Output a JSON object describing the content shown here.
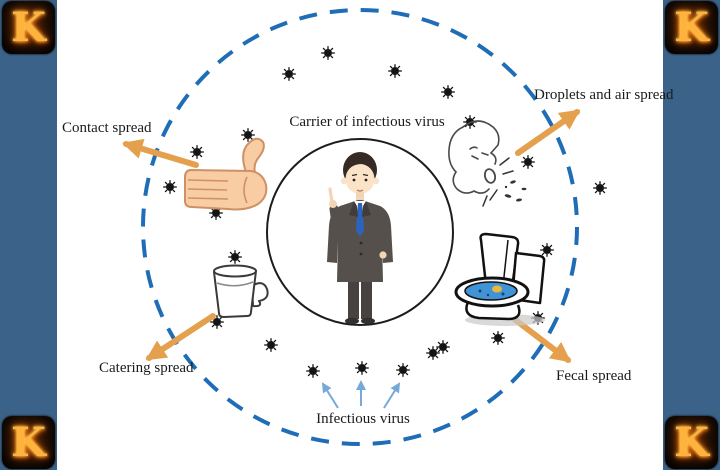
{
  "frame": {
    "logo_letter": "K",
    "accent_color": "#3b6389"
  },
  "labels": {
    "carrier": "Carrier of infectious virus",
    "contact": "Contact spread",
    "droplets": "Droplets and air spread",
    "catering": "Catering spread",
    "fecal": "Fecal spread",
    "infectious": "Infectious virus"
  },
  "colors": {
    "arrow_orange": "#e4a04d",
    "dashed_circle_blue": "#1e6db6",
    "small_arrow_blue": "#74a9d8",
    "virus_black": "#141414",
    "suit_gray": "#55504c",
    "tie_blue": "#2b63c1",
    "toilet_water_blue": "#3f93d6",
    "skin": "#f8cda4"
  },
  "icons": {
    "corner_logo": "fiery-k-logo",
    "center_person": "man-in-suit",
    "left": "open-hand",
    "right": "coughing-face",
    "bottom_left": "drinking-glass",
    "bottom_right": "toilet",
    "scatter": "virus-particle"
  }
}
